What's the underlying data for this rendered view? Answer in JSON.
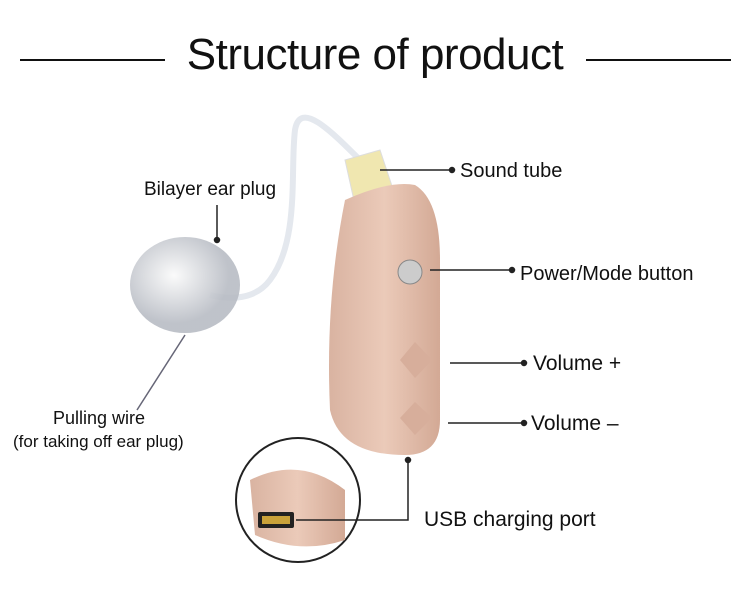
{
  "title": "Structure of product",
  "labels": {
    "sound_tube": "Sound tube",
    "ear_plug": "Bilayer ear plug",
    "power_mode": "Power/Mode button",
    "volume_up": "Volume +",
    "volume_down": "Volume –",
    "pulling_wire": "Pulling wire",
    "pulling_wire_note": "(for taking off ear plug)",
    "usb_port": "USB charging port"
  },
  "colors": {
    "body": "#e2bfae",
    "line": "#222222"
  }
}
